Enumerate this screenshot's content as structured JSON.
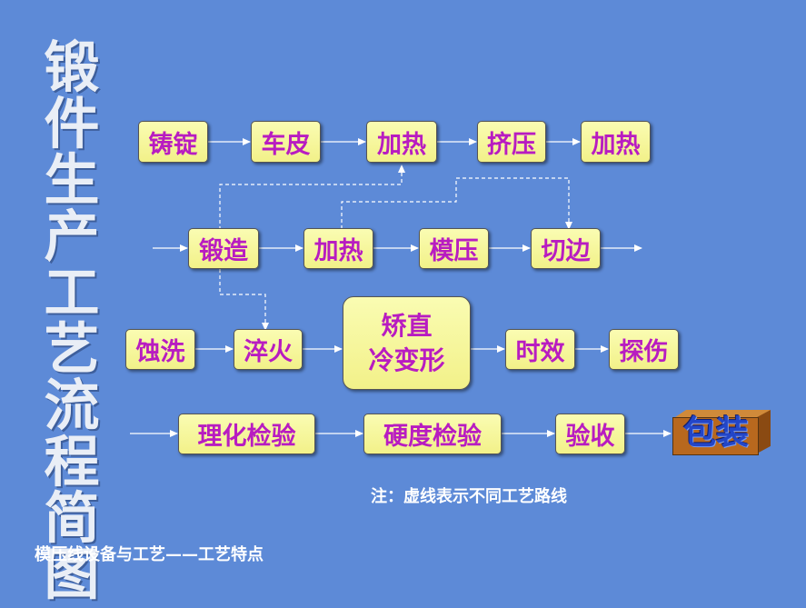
{
  "title": "锻件生产工艺流程简图",
  "rows": [
    {
      "nodes": [
        {
          "id": "ingot",
          "label": "铸锭"
        },
        {
          "id": "turning",
          "label": "车皮"
        },
        {
          "id": "heat-1",
          "label": "加热"
        },
        {
          "id": "extrude",
          "label": "挤压"
        },
        {
          "id": "heat-2",
          "label": "加热"
        }
      ]
    },
    {
      "nodes": [
        {
          "id": "forging",
          "label": "锻造"
        },
        {
          "id": "heat-3",
          "label": "加热"
        },
        {
          "id": "die-press",
          "label": "模压"
        },
        {
          "id": "trimming",
          "label": "切边"
        }
      ]
    },
    {
      "nodes": [
        {
          "id": "etching",
          "label": "蚀洗"
        },
        {
          "id": "quench",
          "label": "淬火"
        },
        {
          "id": "straighten",
          "label": "矫直",
          "label2": "冷变形"
        },
        {
          "id": "aging",
          "label": "时效"
        },
        {
          "id": "inspect",
          "label": "探伤"
        }
      ]
    },
    {
      "nodes": [
        {
          "id": "physchem-test",
          "label": "理化检验"
        },
        {
          "id": "hardness-test",
          "label": "硬度检验"
        },
        {
          "id": "acceptance",
          "label": "验收"
        }
      ]
    }
  ],
  "package_label": "包装",
  "note": "注：虚线表示不同工艺路线",
  "footer": "模压线设备与工艺——工艺特点",
  "colors": {
    "background": "#5d8ad7",
    "node_fill": "#f5f49a",
    "node_text": "#b81cc1",
    "title_text": "#e9eef6",
    "package_text": "#2346c8",
    "arrow": "#ffffff"
  }
}
